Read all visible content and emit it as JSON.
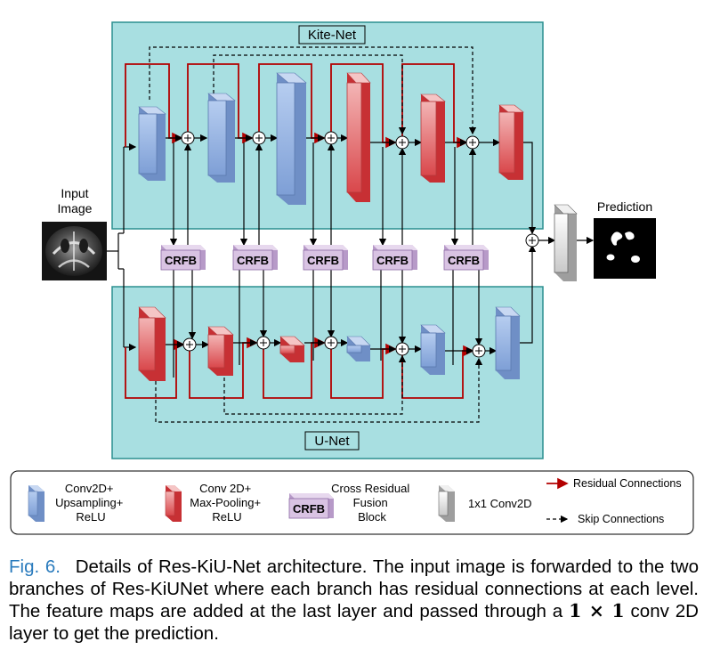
{
  "diagram": {
    "kite_title": "Kite-Net",
    "unet_title": "U-Net",
    "input_label_1": "Input",
    "input_label_2": "Image",
    "prediction_label": "Prediction",
    "crfb_label": "CRFB"
  },
  "legend": {
    "conv_up": [
      "Conv2D+",
      "Upsampling+",
      "ReLU"
    ],
    "conv_pool": [
      "Conv 2D+",
      "Max-Pooling+",
      "ReLU"
    ],
    "crfb_block": [
      "Cross Residual",
      "Fusion",
      "Block"
    ],
    "crfb_icon": "CRFB",
    "conv1x1": "1x1 Conv2D",
    "residual": "Residual Connections",
    "skip": "Skip Connections"
  },
  "caption": {
    "fig": "Fig. 6.",
    "text_before": "Details of Res-KiU-Net architecture. The input image is forwarded to the two branches of Res-KiUNet where each branch has residual connections at each level. The feature maps are added at the last layer and passed through a",
    "math": "1 × 1",
    "text_after": "conv 2D layer to get the prediction."
  },
  "colors": {
    "panel": "#a8dfe1",
    "panel_border": "#2b8f8f",
    "residual": "#b30000",
    "crfb": "#d9c3e3",
    "blue_block": "#94b3e3",
    "red_block": "#e46e70"
  }
}
